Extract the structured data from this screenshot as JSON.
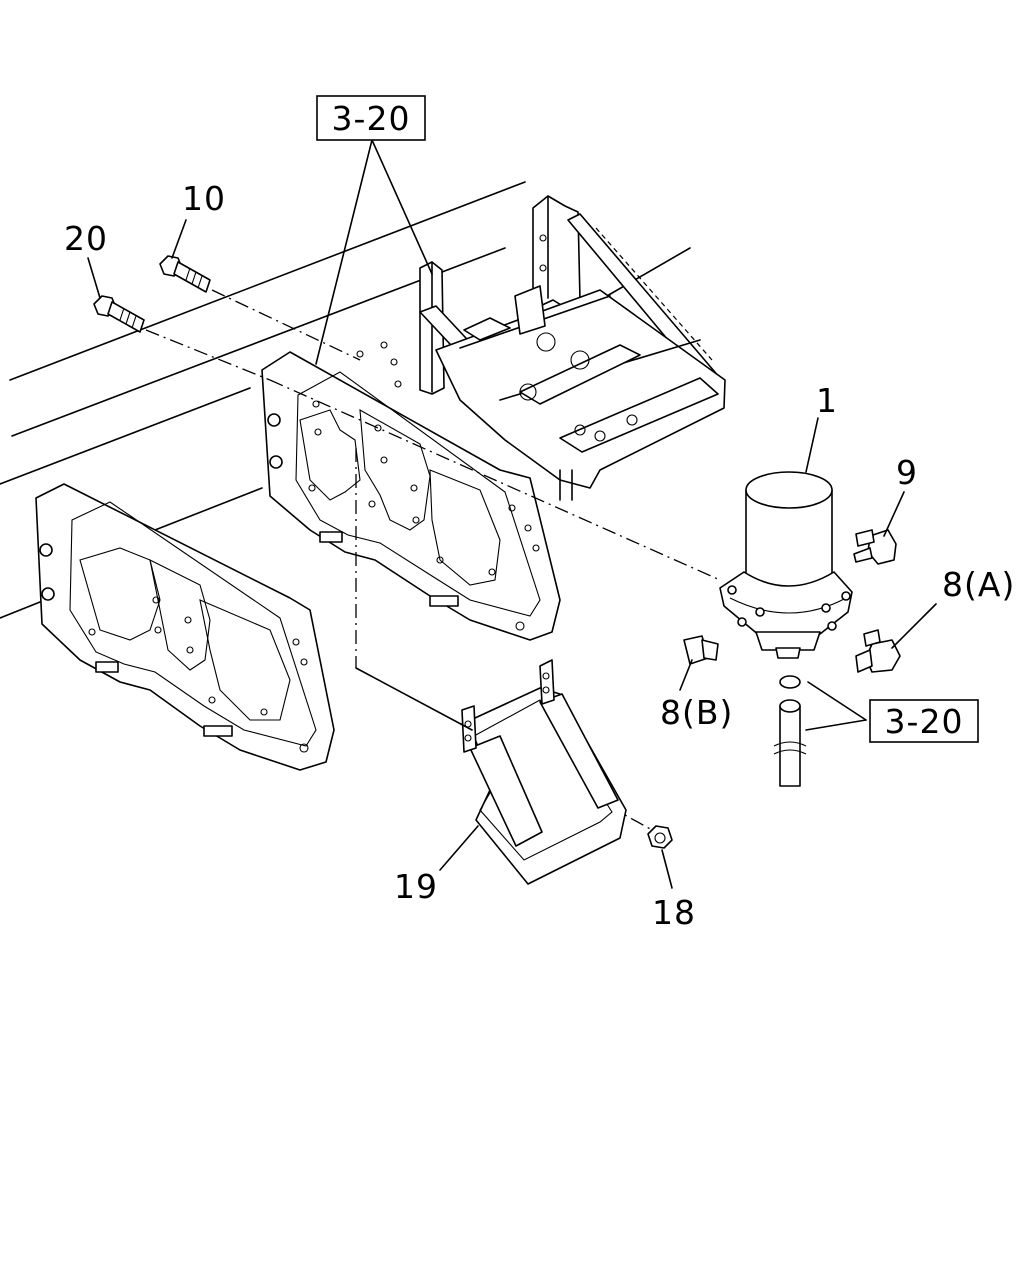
{
  "diagram": {
    "references": [
      {
        "id": "ref-top",
        "text": "3-20"
      },
      {
        "id": "ref-right",
        "text": "3-20"
      }
    ],
    "callouts": [
      {
        "id": "p10",
        "text": "10"
      },
      {
        "id": "p20",
        "text": "20"
      },
      {
        "id": "p1",
        "text": "1"
      },
      {
        "id": "p9",
        "text": "9"
      },
      {
        "id": "p8a",
        "text": "8(A)"
      },
      {
        "id": "p8b",
        "text": "8(B)"
      },
      {
        "id": "p19",
        "text": "19"
      },
      {
        "id": "p18",
        "text": "18"
      }
    ],
    "parts": [
      "frame-rails",
      "mounting-bracket",
      "front-cover-plate",
      "rear-cover-plate",
      "air-dryer",
      "elbow-fitting-9",
      "elbow-fitting-8a",
      "elbow-fitting-8b",
      "bolt-10",
      "bolt-20",
      "heat-shield-bracket-19",
      "nut-18",
      "pipe"
    ]
  }
}
